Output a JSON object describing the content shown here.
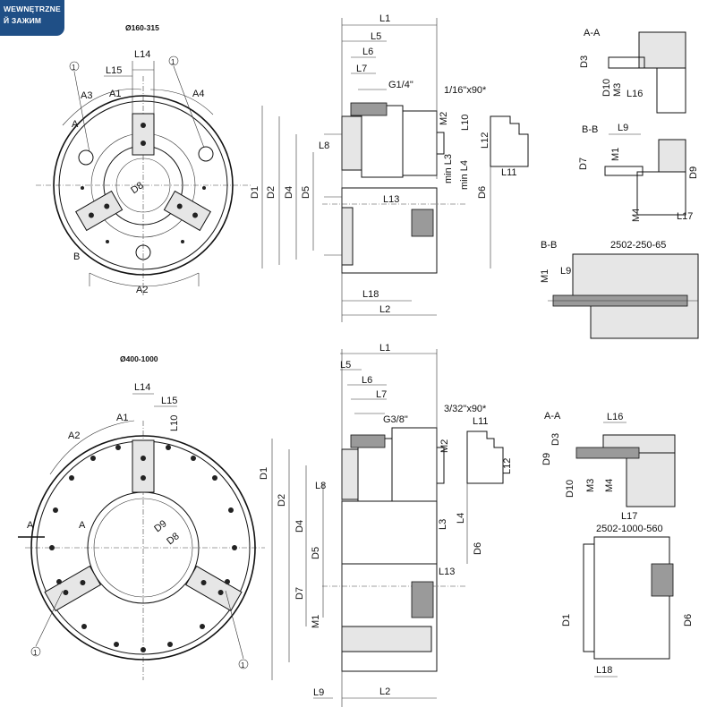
{
  "badge": {
    "line1": "WEWNĘTRZNE",
    "line2": "Й ЗАЖИМ"
  },
  "series": {
    "small": "Ø160-315",
    "large": "Ø400-1000"
  },
  "thread": {
    "small": "G1/4\"",
    "large": "G3/8\""
  },
  "chamfer": {
    "small": "1/16\"x90*",
    "large": "3/32\"x90*"
  },
  "sections": {
    "aa": "A-A",
    "bb": "B-B",
    "bb2": "B-B",
    "aa2": "A-A"
  },
  "models": {
    "m1": "2502-250-65",
    "m2": "2502-1000-560"
  },
  "marks": {
    "one": "1",
    "a": "A",
    "b": "B"
  },
  "dims": {
    "L1": "L1",
    "L2": "L2",
    "L3": "L3",
    "L4": "L4",
    "L5": "L5",
    "L6": "L6",
    "L7": "L7",
    "L8": "L8",
    "L9": "L9",
    "L10": "L10",
    "L11": "L11",
    "L12": "L12",
    "L13": "L13",
    "L14": "L14",
    "L15": "L15",
    "L16": "L16",
    "L17": "L17",
    "L18": "L18",
    "D1": "D1",
    "D2": "D2",
    "D3": "D3",
    "D4": "D4",
    "D5": "D5",
    "D6": "D6",
    "D7": "D7",
    "D8": "D8",
    "D9": "D9",
    "D10": "D10",
    "M1": "M1",
    "M2": "M2",
    "M3": "M3",
    "M4": "M4",
    "A1": "A1",
    "A2": "A2",
    "A3": "A3",
    "A4": "A4",
    "minL3": "min L3",
    "minL4": "min L4"
  }
}
